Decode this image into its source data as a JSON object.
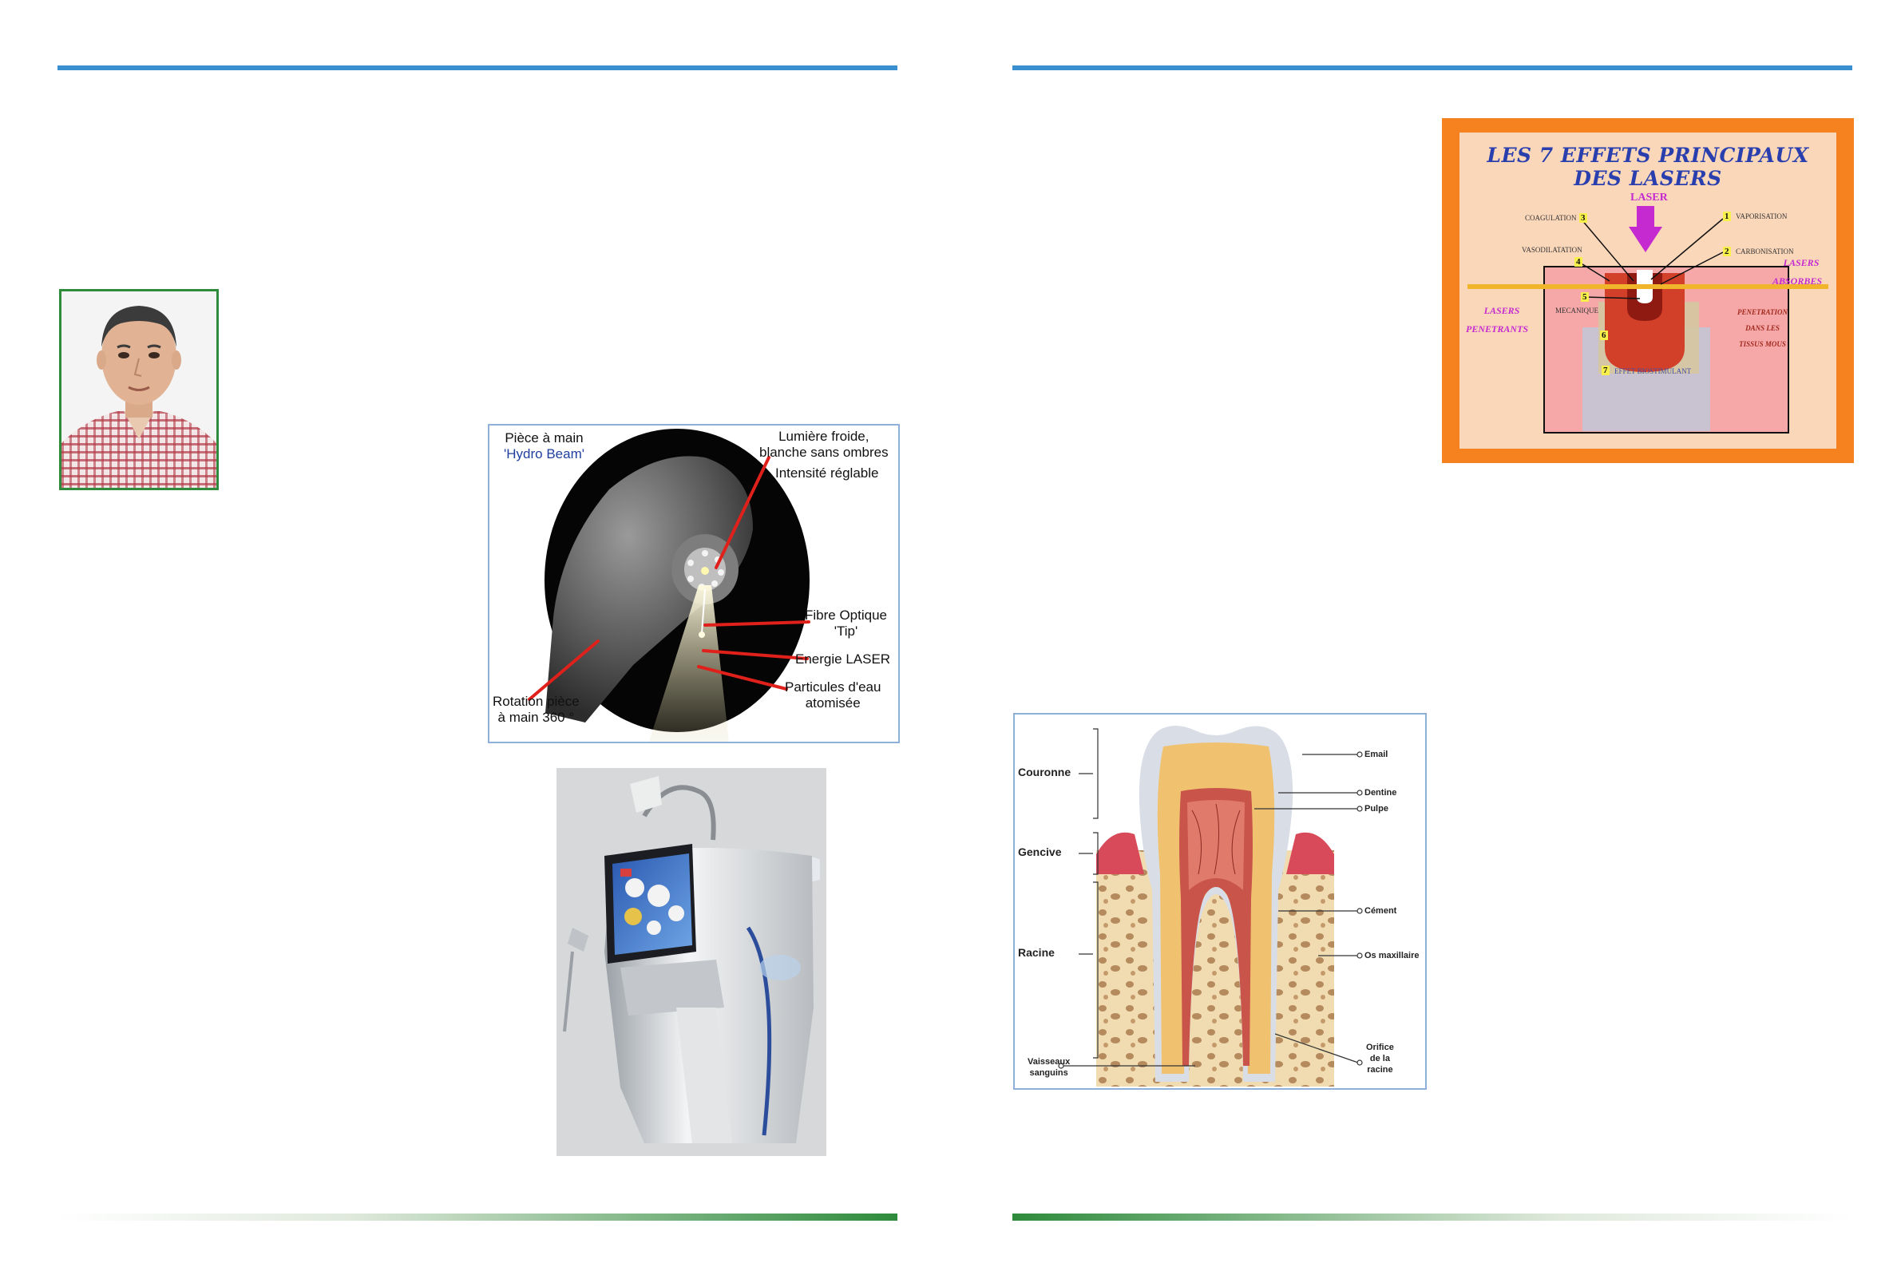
{
  "handpiece": {
    "label_piece_line1": "Pièce à main",
    "label_piece_line2": "'Hydro Beam'",
    "label_light_line1": "Lumière froide,",
    "label_light_line2": "blanche sans ombres",
    "label_intensity": "Intensité réglable",
    "label_fibre_line1": "Fibre Optique",
    "label_fibre_line2": "'Tip'",
    "label_energy": "Energie LASER",
    "label_water_line1": "Particules d'eau",
    "label_water_line2": "atomisée",
    "label_rotation_line1": "Rotation pièce",
    "label_rotation_line2": "à main  360 °"
  },
  "effects": {
    "title": "LES 7 EFFETS PRINCIPAUX DES LASERS",
    "laser": "LASER",
    "coagulation": "COAGULATION",
    "vaporisation": "VAPORISATION",
    "vasodilatation": "VASODILATATION",
    "carbonisation": "CARBONISATION",
    "lasers_absorbes_1": "LASERS",
    "lasers_absorbes_2": "ABSORBES",
    "lasers_penetrants_1": "LASERS",
    "lasers_penetrants_2": "PENETRANTS",
    "mecanique": "MECANIQUE",
    "penetration_1": "PENETRATION",
    "penetration_2": "DANS LES",
    "penetration_3": "TISSUS MOUS",
    "effet_biostimulant": "EFFET BIOSTIMULANT",
    "numbers": [
      "1",
      "2",
      "3",
      "4",
      "5",
      "6",
      "7"
    ]
  },
  "tooth": {
    "couronne": "Couronne",
    "gencive": "Gencive",
    "racine": "Racine",
    "vaisseaux_1": "Vaisseaux",
    "vaisseaux_2": "sanguins",
    "email": "Email",
    "dentine": "Dentine",
    "pulpe": "Pulpe",
    "cement": "Cément",
    "os": "Os maxillaire",
    "orifice_1": "Orifice",
    "orifice_2": "de la",
    "orifice_3": "racine"
  },
  "colors": {
    "top_rule": "#3a8fd0",
    "bottom_rule": "#2e8b3c",
    "poster_frame": "#f5821f",
    "title_blue": "#2a3fae",
    "magenta": "#c42ad0"
  }
}
